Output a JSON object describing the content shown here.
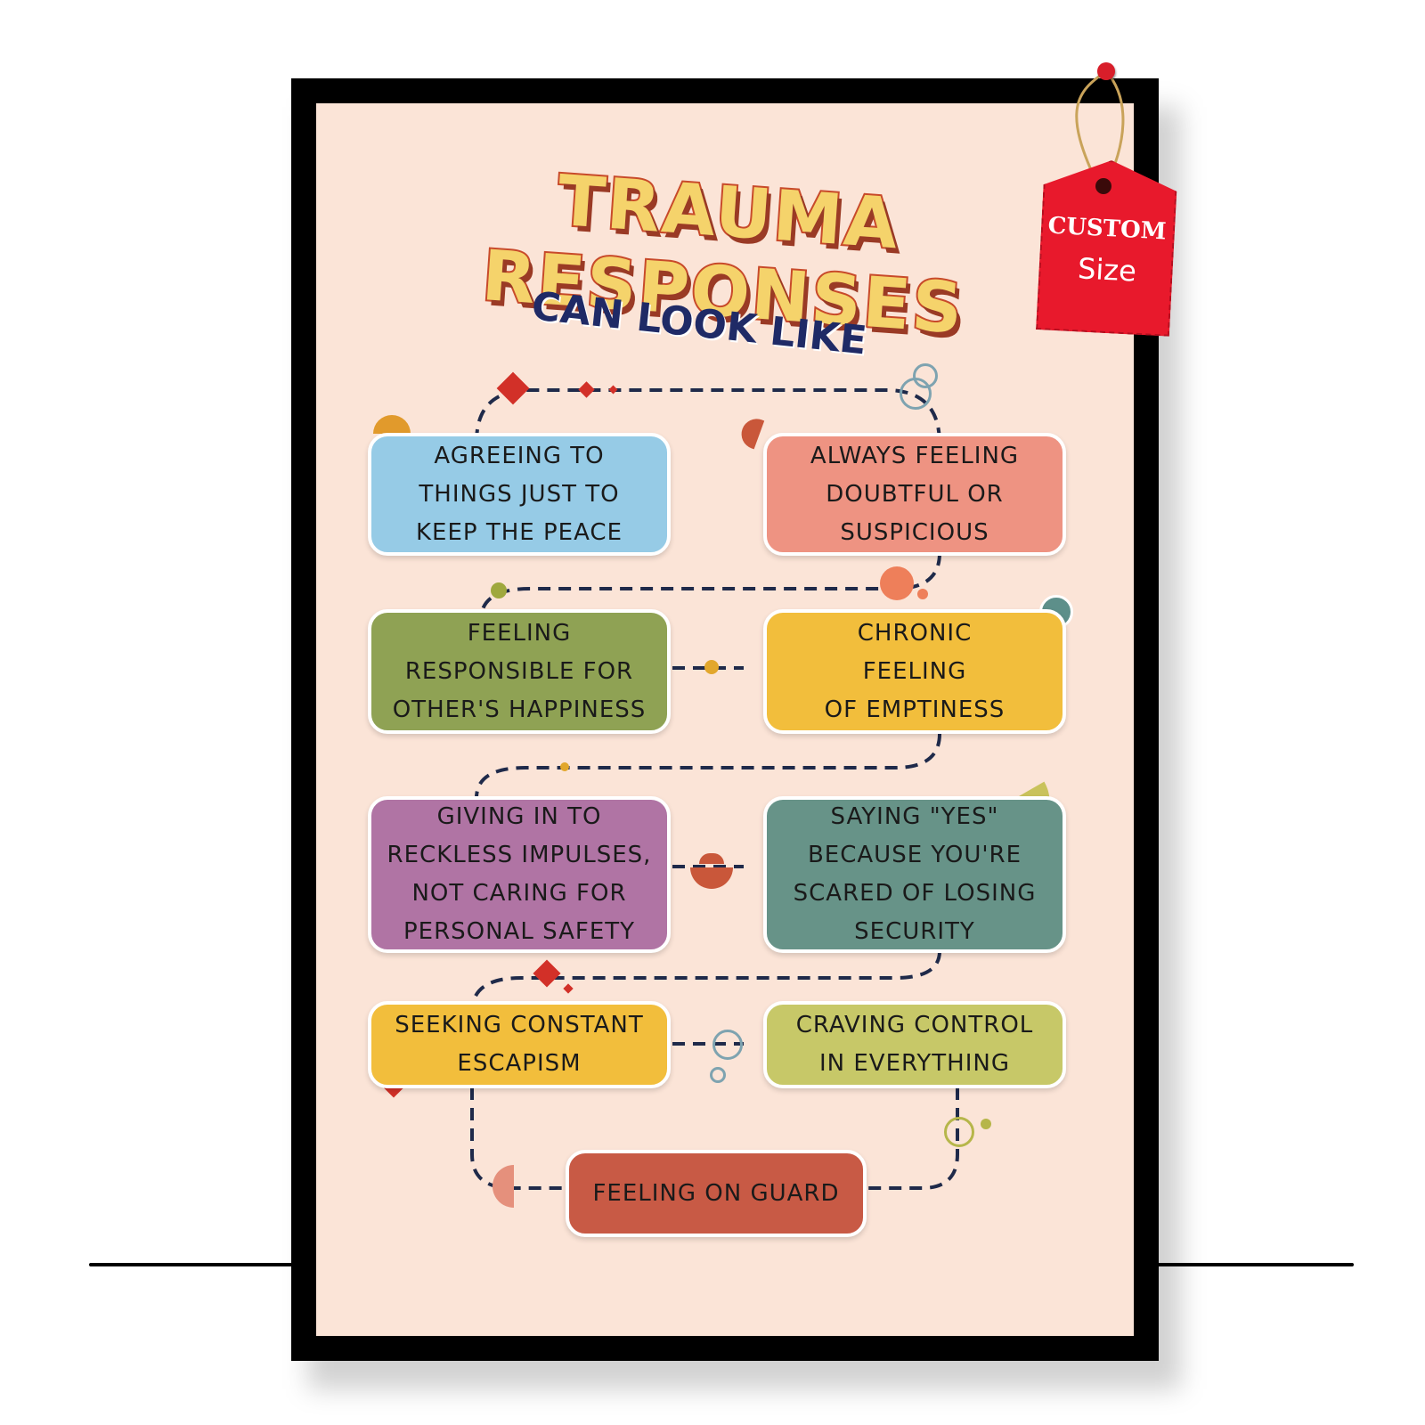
{
  "poster": {
    "title": "TRAUMA RESPONSES",
    "subtitle": "CAN LOOK LIKE"
  },
  "tag": {
    "line1": "CUSTOM",
    "line2": "Size"
  },
  "items": [
    {
      "text": "AGREEING TO\nTHINGS JUST TO\nKEEP THE PEACE",
      "color": "#96cbe6"
    },
    {
      "text": "ALWAYS FEELING\nDOUBTFUL OR\nSUSPICIOUS",
      "color": "#ee9382"
    },
    {
      "text": "FEELING\nRESPONSIBLE FOR\nOTHER'S HAPPINESS",
      "color": "#8fa254"
    },
    {
      "text": "CHRONIC\nFEELING\nOF EMPTINESS",
      "color": "#f2be3c"
    },
    {
      "text": "GIVING IN TO\nRECKLESS IMPULSES,\nNOT CARING FOR\nPERSONAL SAFETY",
      "color": "#b074a4"
    },
    {
      "text": "SAYING \"YES\"\nBECAUSE YOU'RE\nSCARED OF LOSING\nSECURITY",
      "color": "#679388"
    },
    {
      "text": "SEEKING CONSTANT\nESCAPISM",
      "color": "#f2be3c"
    },
    {
      "text": "CRAVING CONTROL\nIN EVERYTHING",
      "color": "#c7c868"
    },
    {
      "text": "FEELING ON GUARD",
      "color": "#c85a45"
    }
  ],
  "colors": {
    "background": "#fbe4d7",
    "path": "#1f2a4a",
    "frame": "#000000",
    "tag": "#e8192c"
  }
}
